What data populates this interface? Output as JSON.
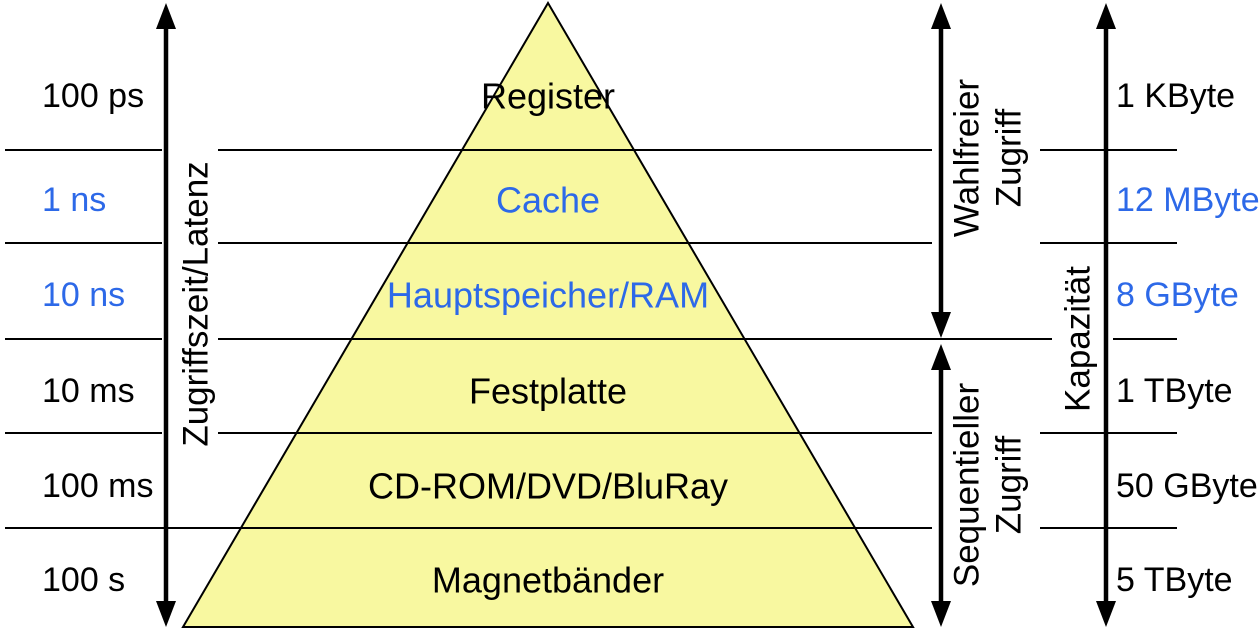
{
  "colors": {
    "blue": "#2d69e8",
    "black": "#000000",
    "pyramid_fill": "#f8f8a0",
    "outline": "#000000"
  },
  "latency_axis": {
    "label": "Zugriffszeit/Latenz",
    "ticks": [
      {
        "text": "100 ps",
        "color": "#000000"
      },
      {
        "text": "1 ns",
        "color": "#2d69e8"
      },
      {
        "text": "10 ns",
        "color": "#2d69e8"
      },
      {
        "text": "10 ms",
        "color": "#000000"
      },
      {
        "text": "100 ms",
        "color": "#000000"
      },
      {
        "text": "100 s",
        "color": "#000000"
      }
    ]
  },
  "pyramid": {
    "levels": [
      {
        "label": "Register",
        "color": "#000000"
      },
      {
        "label": "Cache",
        "color": "#2d69e8"
      },
      {
        "label": "Hauptspeicher/RAM",
        "color": "#2d69e8"
      },
      {
        "label": "Festplatte",
        "color": "#000000"
      },
      {
        "label": "CD-ROM/DVD/BluRay",
        "color": "#000000"
      },
      {
        "label": "Magnetbänder",
        "color": "#000000"
      }
    ]
  },
  "access_modes": {
    "random": {
      "line1": "Wahlfreier",
      "line2": "Zugriff"
    },
    "sequential": {
      "line1": "Sequentieller",
      "line2": "Zugriff"
    }
  },
  "capacity_axis": {
    "label": "Kapazität",
    "ticks": [
      {
        "text": "1 KByte",
        "color": "#000000"
      },
      {
        "text": "12 MByte",
        "color": "#2d69e8"
      },
      {
        "text": "8 GByte",
        "color": "#2d69e8"
      },
      {
        "text": "1 TByte",
        "color": "#000000"
      },
      {
        "text": "50 GByte",
        "color": "#000000"
      },
      {
        "text": "5 TByte",
        "color": "#000000"
      }
    ]
  }
}
